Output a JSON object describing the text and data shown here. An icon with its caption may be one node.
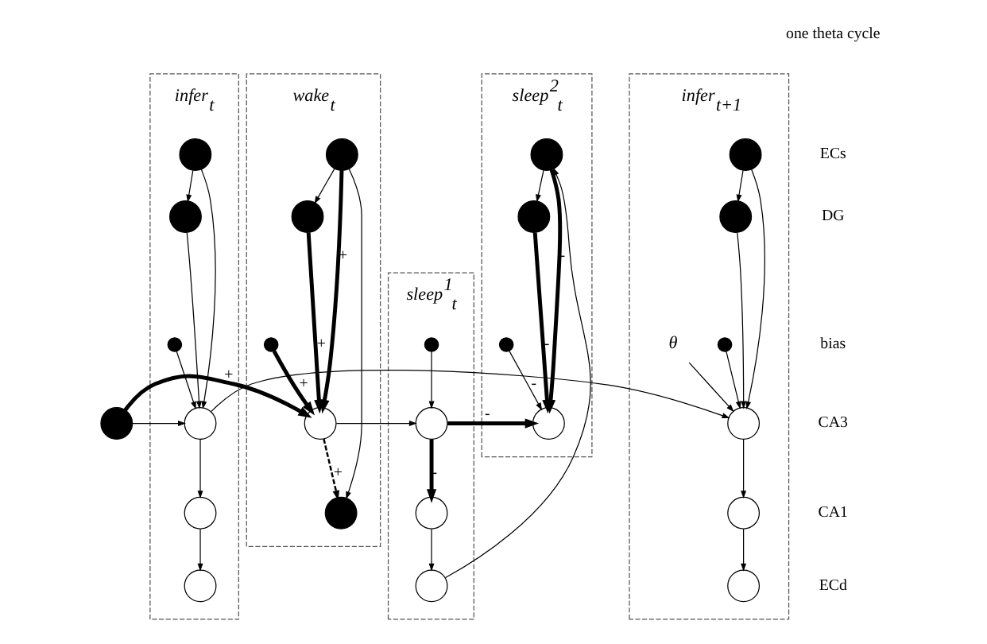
{
  "diagram": {
    "nodes": [
      {
        "text": [
          "infer$_{t}$"
        ]
      },
      {
        "text": [],
        "shape": "circle",
        "in": 0
      },
      {
        "text": [],
        "shape": "circle",
        "in": 0
      },
      {
        "text": [],
        "shape": "circle",
        "in": 0
      },
      {
        "text": [],
        "shape": "circle",
        "in": 0
      },
      {
        "text": [],
        "shape": "circle",
        "in": 0
      },
      {
        "text": [],
        "shape": "circle",
        "in": 0
      },
      {
        "text": [],
        "shape": "circle"
      },
      {
        "text": [
          "wake$_{t}$"
        ]
      },
      {
        "text": [],
        "shape": "circle",
        "in": 8
      },
      {
        "text": [],
        "shape": "circle",
        "in": 8
      },
      {
        "text": [],
        "shape": "circle",
        "in": 8
      },
      {
        "text": [],
        "shape": "circle",
        "in": 8
      },
      {
        "text": [],
        "shape": "circle",
        "in": 8
      },
      {
        "text": [
          "sleep$^{1}$$_{t}$"
        ]
      },
      {
        "text": [],
        "shape": "circle",
        "in": 14
      },
      {
        "text": [],
        "shape": "circle",
        "in": 14
      },
      {
        "text": [],
        "shape": "circle",
        "in": 14
      },
      {
        "text": [],
        "shape": "circle",
        "in": 14
      },
      {
        "text": [
          "sleep$^{2}$$_{t}$"
        ]
      },
      {
        "text": [],
        "shape": "circle",
        "in": 19
      },
      {
        "text": [],
        "shape": "circle",
        "in": 19
      },
      {
        "text": [],
        "shape": "circle",
        "in": 19
      },
      {
        "text": [],
        "shape": "circle",
        "in": 19
      },
      {
        "text": [
          "infer$_{t+1}$"
        ]
      },
      {
        "text": [],
        "shape": "circle",
        "in": 24
      },
      {
        "text": [],
        "shape": "circle",
        "in": 24
      },
      {
        "text": [],
        "shape": "circle",
        "in": 24
      },
      {
        "text": [],
        "shape": "circle",
        "in": 24
      },
      {
        "text": [],
        "shape": "circle",
        "in": 24
      },
      {
        "text": [],
        "shape": "circle",
        "in": 24
      },
      {
        "text": [
          "θ"
        ],
        "in": 24
      }
    ],
    "edges": [
      {
        "from": 1,
        "to": 2,
        "arrow": "to"
      },
      {
        "from": 1,
        "to": 4,
        "arrow": "to"
      },
      {
        "from": 2,
        "to": 4,
        "arrow": "to"
      },
      {
        "from": 3,
        "to": 4,
        "arrow": "to"
      },
      {
        "from": 7,
        "to": 4,
        "arrow": "to"
      },
      {
        "from": 7,
        "to": 12,
        "arrow": "to",
        "label": "+",
        "style": "thick"
      },
      {
        "from": 4,
        "to": 5,
        "arrow": "to"
      },
      {
        "from": 5,
        "to": 6,
        "arrow": "to"
      },
      {
        "from": 4,
        "to": 28,
        "arrow": "to"
      },
      {
        "from": 9,
        "to": 10,
        "arrow": "to"
      },
      {
        "from": 9,
        "to": 12,
        "arrow": "to",
        "label": "+",
        "style": "thick"
      },
      {
        "from": 10,
        "to": 12,
        "arrow": "to",
        "label": "+",
        "style": "thick"
      },
      {
        "from": 11,
        "to": 12,
        "arrow": "to",
        "label": "+",
        "style": "thick"
      },
      {
        "from": 12,
        "to": 13,
        "arrow": "to",
        "label": "+",
        "style": "dashed"
      },
      {
        "from": 9,
        "to": 13,
        "arrow": "to"
      },
      {
        "from": 12,
        "to": 16,
        "arrow": "to"
      },
      {
        "from": 15,
        "to": 16,
        "arrow": "to"
      },
      {
        "from": 16,
        "to": 17,
        "arrow": "to",
        "label": "-",
        "style": "thick"
      },
      {
        "from": 17,
        "to": 18,
        "arrow": "to"
      },
      {
        "from": 16,
        "to": 23,
        "arrow": "to",
        "label": "-",
        "style": "thick"
      },
      {
        "from": 18,
        "to": 20,
        "arrow": "to"
      },
      {
        "from": 20,
        "to": 21,
        "arrow": "to"
      },
      {
        "from": 20,
        "to": 23,
        "arrow": "to",
        "label": "-",
        "style": "thick"
      },
      {
        "from": 21,
        "to": 23,
        "arrow": "to",
        "label": "-",
        "style": "thick"
      },
      {
        "from": 22,
        "to": 23,
        "arrow": "to",
        "label": "-"
      },
      {
        "from": 25,
        "to": 26,
        "arrow": "to"
      },
      {
        "from": 25,
        "to": 28,
        "arrow": "to"
      },
      {
        "from": 26,
        "to": 28,
        "arrow": "to"
      },
      {
        "from": 27,
        "to": 28,
        "arrow": "to"
      },
      {
        "from": 31,
        "to": 28,
        "arrow": "to"
      },
      {
        "from": 28,
        "to": 29,
        "arrow": "to"
      },
      {
        "from": 29,
        "to": 30,
        "arrow": "to"
      }
    ],
    "labels": [
      "one theta cycle",
      "ECs",
      "DG",
      "bias",
      "CA3",
      "CA1",
      "ECd"
    ]
  }
}
